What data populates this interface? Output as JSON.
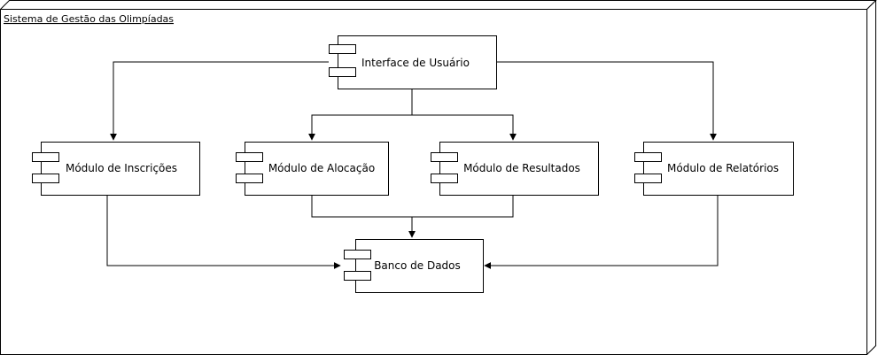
{
  "system": {
    "title": "Sistema de Gestão das Olimpíadas"
  },
  "components": {
    "ui": "Interface de Usuário",
    "inscricoes": "Módulo de Inscrições",
    "alocacao": "Módulo de Alocação",
    "resultados": "Módulo de Resultados",
    "relatorios": "Módulo de Relatórios",
    "banco": "Banco de Dados"
  },
  "connections": [
    {
      "from": "Interface de Usuário",
      "to": "Módulo de Inscrições"
    },
    {
      "from": "Interface de Usuário",
      "to": "Módulo de Alocação"
    },
    {
      "from": "Interface de Usuário",
      "to": "Módulo de Resultados"
    },
    {
      "from": "Interface de Usuário",
      "to": "Módulo de Relatórios"
    },
    {
      "from": "Módulo de Inscrições",
      "to": "Banco de Dados"
    },
    {
      "from": "Módulo de Alocação",
      "to": "Banco de Dados"
    },
    {
      "from": "Módulo de Resultados",
      "to": "Banco de Dados"
    },
    {
      "from": "Módulo de Relatórios",
      "to": "Banco de Dados"
    }
  ]
}
